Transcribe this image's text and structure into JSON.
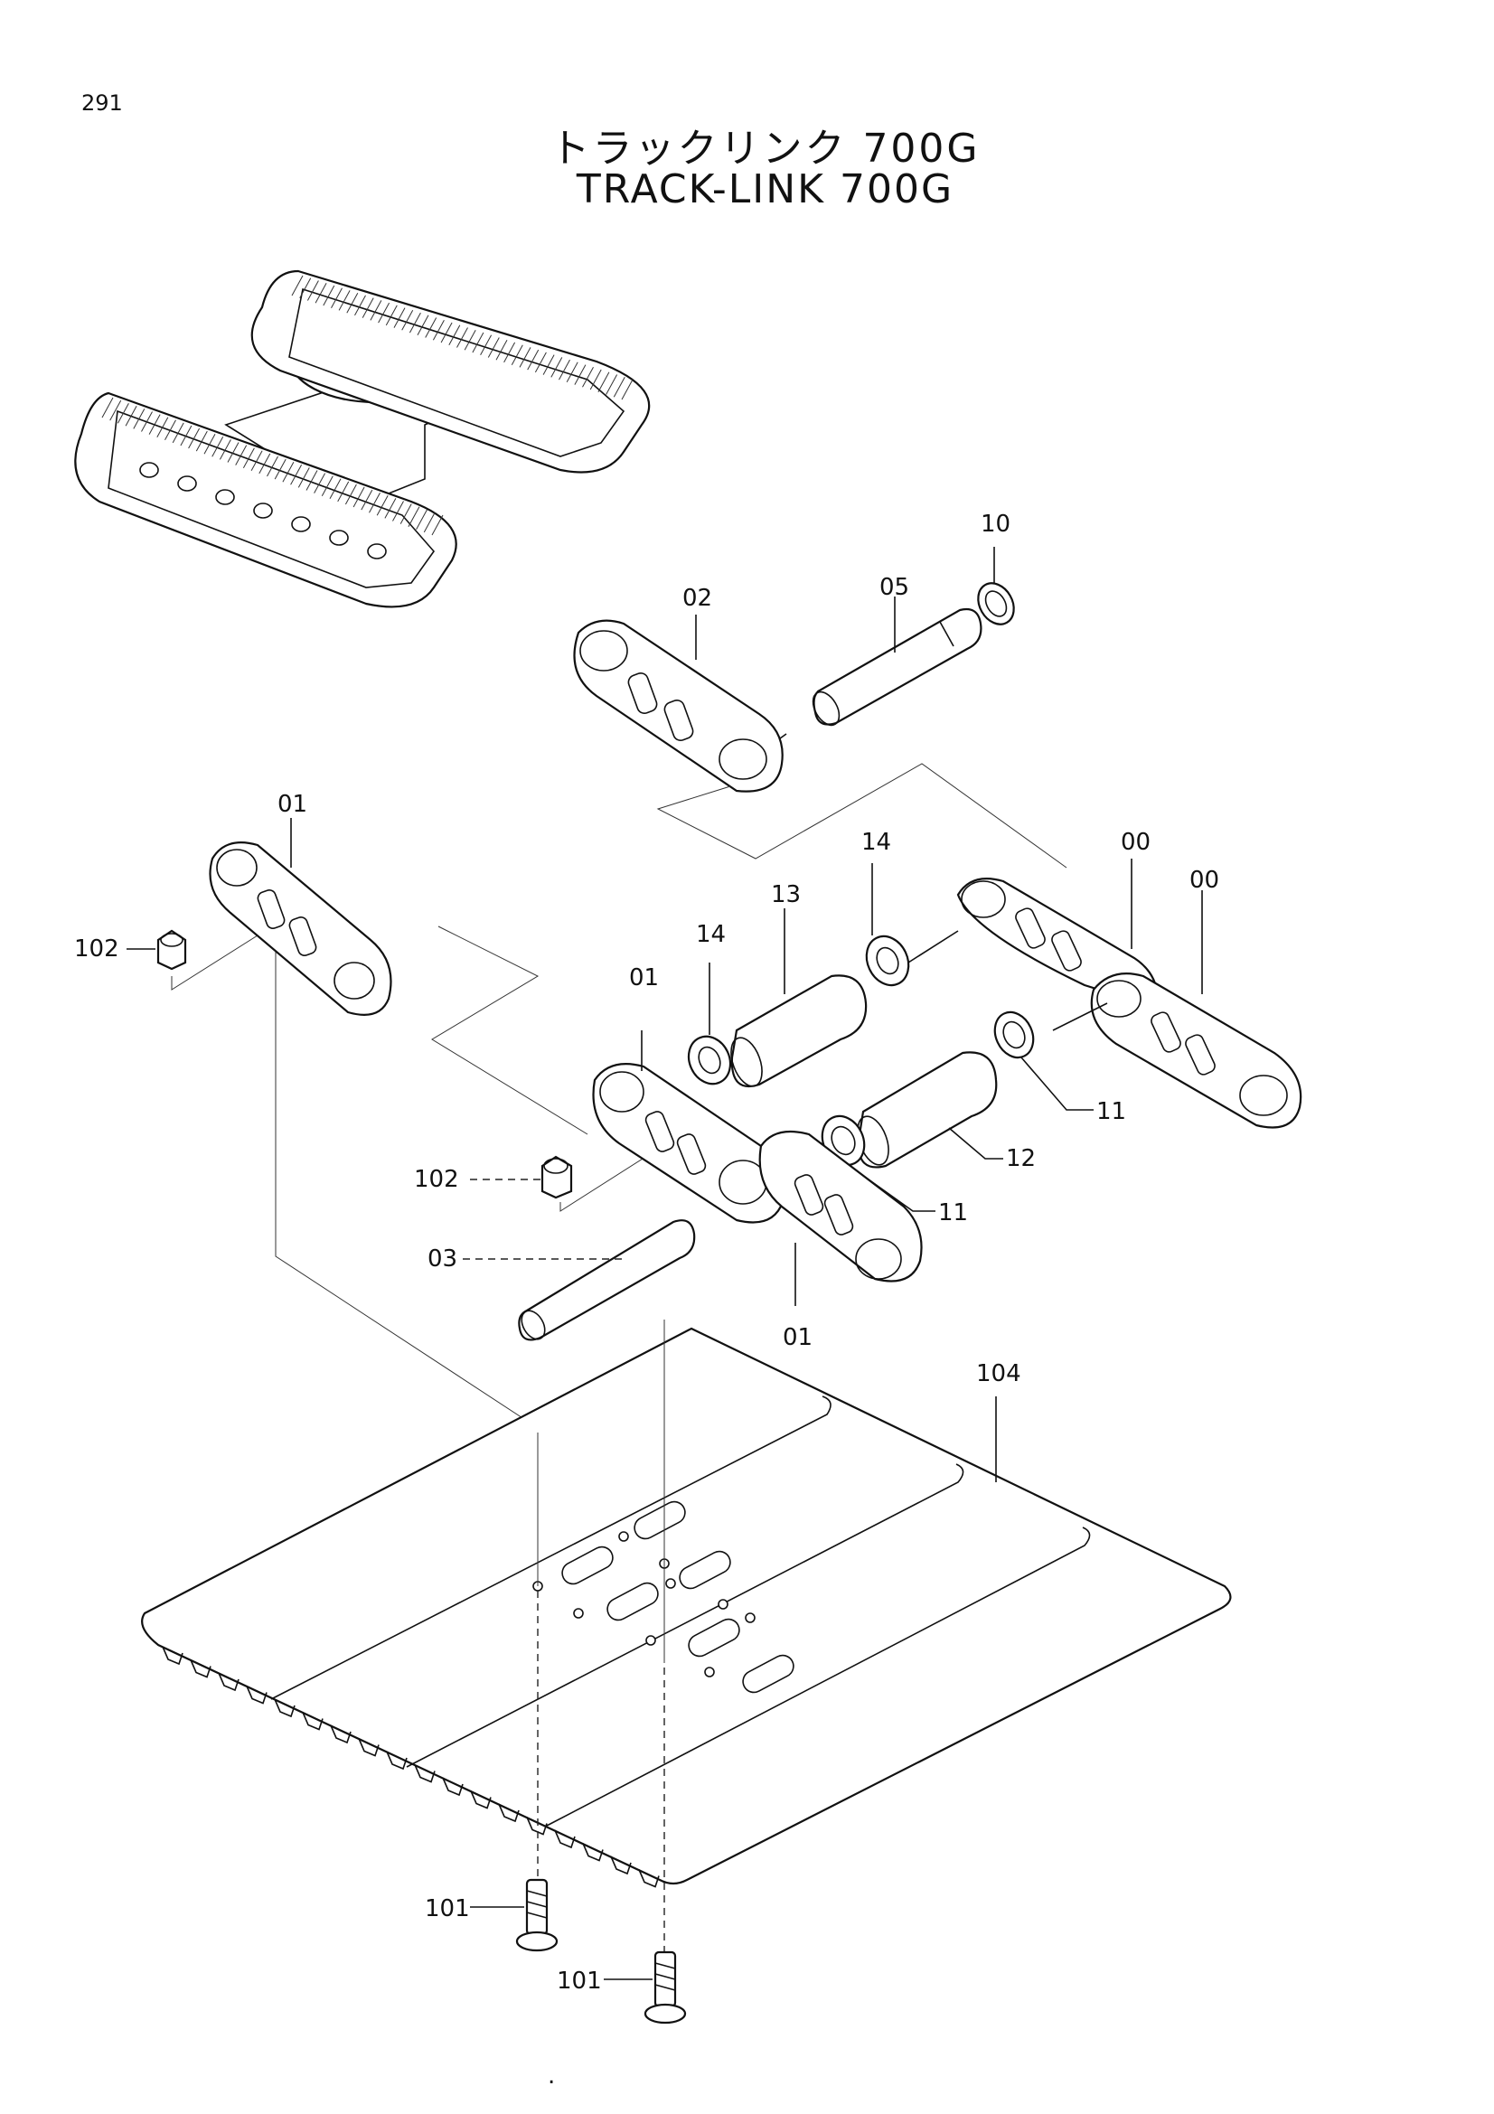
{
  "page": {
    "number": "291"
  },
  "title": {
    "japanese": "トラックリンク 700G",
    "english": "TRACK-LINK 700G"
  },
  "callouts": {
    "c00a": "00",
    "c00b": "00",
    "c01a": "01",
    "c01b": "01",
    "c01c": "01",
    "c02": "02",
    "c03": "03",
    "c05": "05",
    "c10": "10",
    "c11a": "11",
    "c11b": "11",
    "c12": "12",
    "c13": "13",
    "c14a": "14",
    "c14b": "14",
    "c101a": "101",
    "c101b": "101",
    "c102a": "102",
    "c102b": "102",
    "c104": "104"
  },
  "footer": {
    "mark": "."
  }
}
